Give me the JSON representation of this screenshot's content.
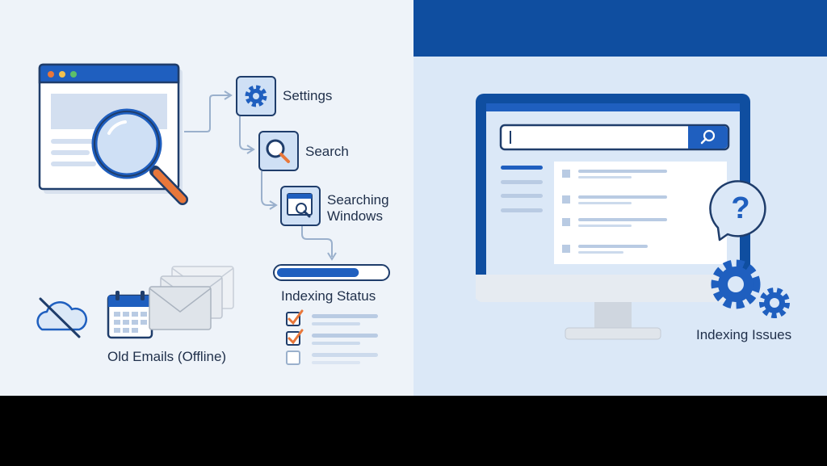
{
  "left_panel": {
    "steps": [
      {
        "label": "Settings",
        "icon": "gear-icon"
      },
      {
        "label": "Search",
        "icon": "search-icon"
      },
      {
        "label_line1": "Searching",
        "label_line2": "Windows",
        "icon": "window-search-icon"
      }
    ],
    "indexing_status": {
      "label": "Indexing Status",
      "progress": 0.75,
      "checklist": [
        {
          "checked": true
        },
        {
          "checked": true
        },
        {
          "checked": false
        }
      ]
    },
    "old_emails_label": "Old Emails (Offline)"
  },
  "right_panel": {
    "issues_label": "Indexing Issues"
  },
  "colors": {
    "left_bg": "#eef3f9",
    "right_bg": "#dbe8f7",
    "brand_blue": "#1f5fbf",
    "dark_blue": "#0f4ea0",
    "accent_orange": "#e8773a",
    "progress_light": "#9cc0ec"
  }
}
